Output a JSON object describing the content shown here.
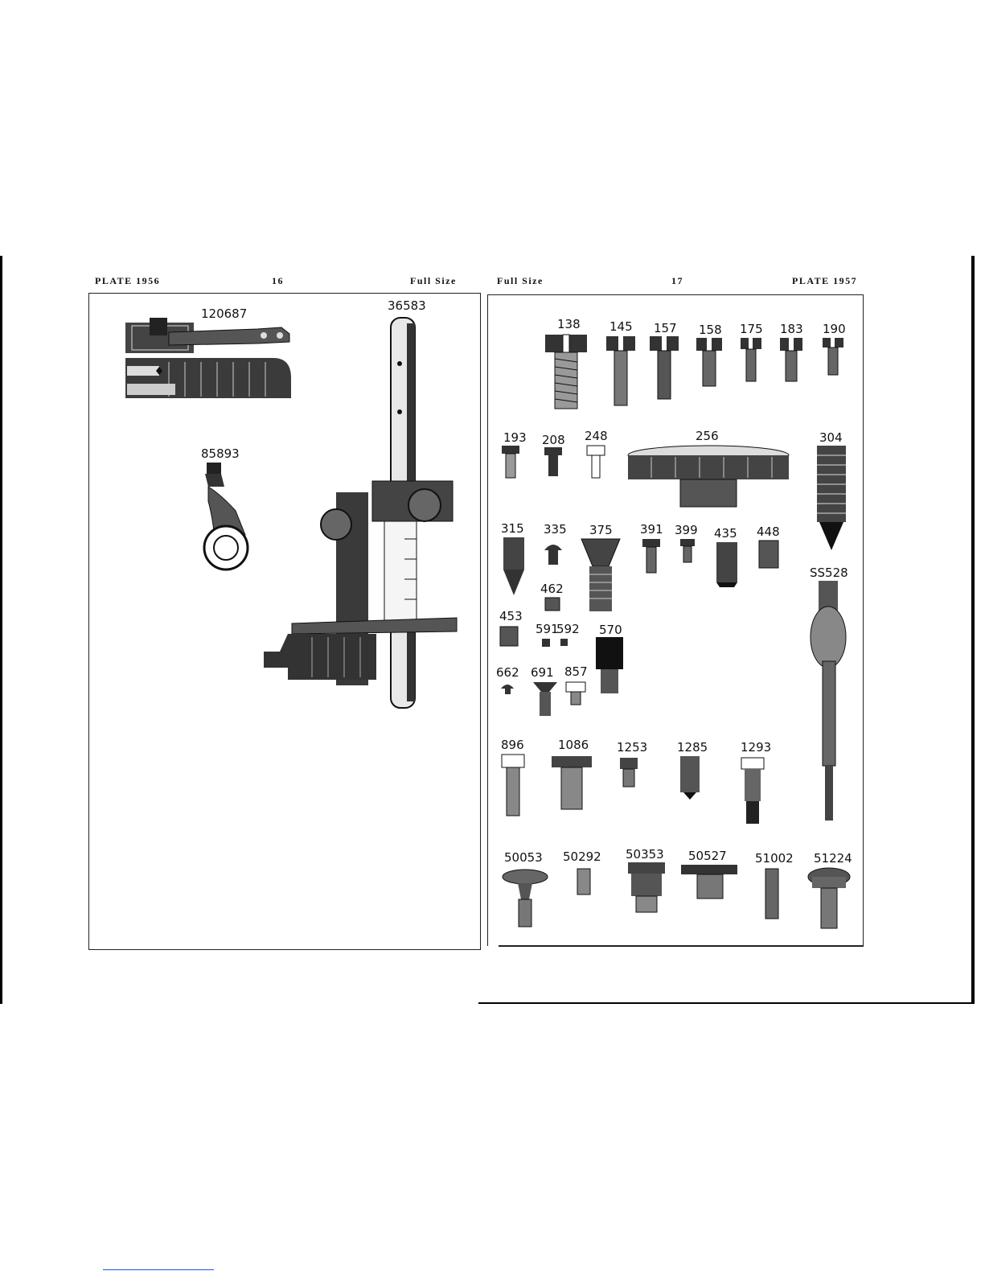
{
  "left_page": {
    "plate": "PLATE 1956",
    "page_number": "16",
    "size_note": "Full Size",
    "parts": [
      "120687",
      "36583",
      "85893"
    ]
  },
  "right_page": {
    "plate": "PLATE 1957",
    "page_number": "17",
    "size_note": "Full Size",
    "parts": [
      "138",
      "145",
      "157",
      "158",
      "175",
      "183",
      "190",
      "193",
      "208",
      "248",
      "256",
      "304",
      "315",
      "335",
      "375",
      "391",
      "399",
      "435",
      "448",
      "SS528",
      "462",
      "453",
      "591",
      "592",
      "570",
      "662",
      "691",
      "857",
      "896",
      "1086",
      "1253",
      "1285",
      "1293",
      "50053",
      "50292",
      "50353",
      "50527",
      "51002",
      "51224"
    ]
  },
  "colors": {
    "ink": "#111111",
    "paper": "#ffffff",
    "frame": "#222222",
    "link_underline": "#1a57d6"
  }
}
